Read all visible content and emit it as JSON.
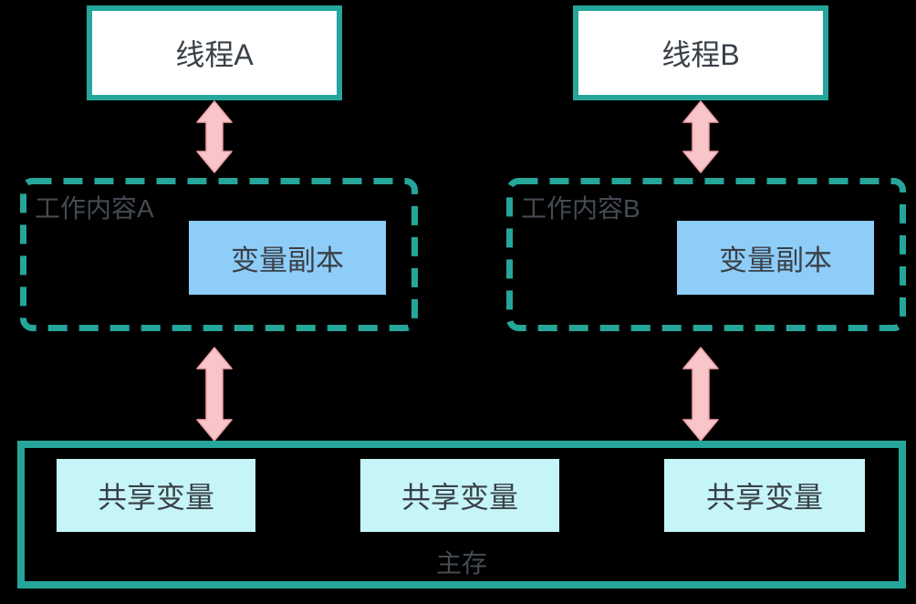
{
  "colors": {
    "bg": "#000000",
    "teal": "#26a69a",
    "box-bg": "#ffffff",
    "blue": "#8ecdf8",
    "cyan": "#c5f5f7",
    "arrow-fill": "#f8c5c9",
    "arrow-edge": "#efa0a6",
    "text-dark": "#3a4047",
    "label-gray": "#454b52"
  },
  "diagram": {
    "thread_a": "线程A",
    "thread_b": "线程B",
    "workspace_a": "工作内容A",
    "workspace_b": "工作内容B",
    "variable_copy_a": "变量副本",
    "variable_copy_b": "变量副本",
    "main_memory": "主存",
    "shared_variables": [
      "共享变量",
      "共享变量",
      "共享变量"
    ]
  }
}
